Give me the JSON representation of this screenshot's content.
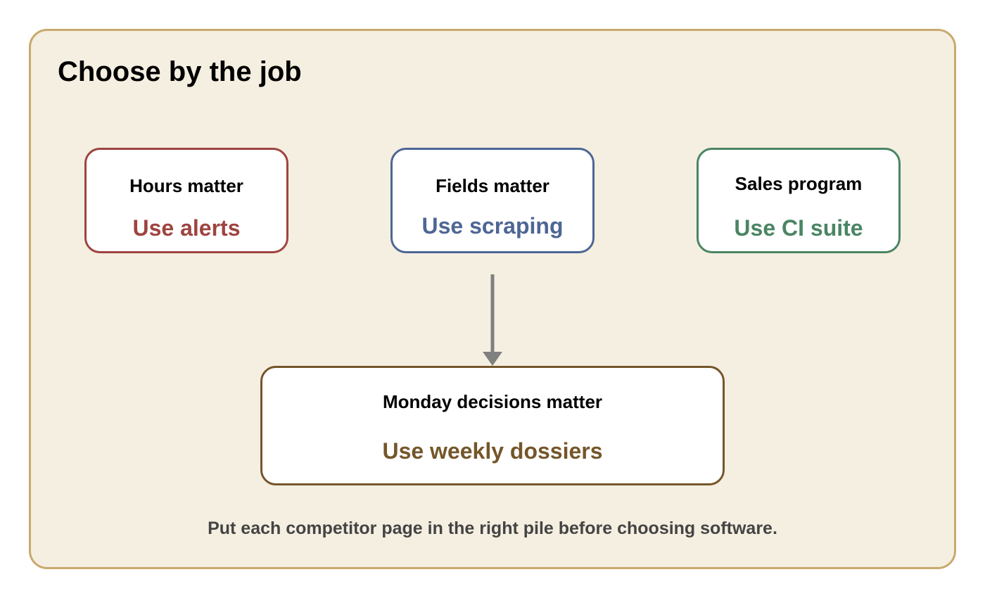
{
  "title": "Choose by the job",
  "cards": [
    {
      "heading": "Hours matter",
      "action": "Use alerts",
      "color": "#9e4440"
    },
    {
      "heading": "Fields matter",
      "action": "Use scraping",
      "color": "#4d6694"
    },
    {
      "heading": "Sales program",
      "action": "Use CI suite",
      "color": "#4a8563"
    },
    {
      "heading": "Monday decisions matter",
      "action": "Use weekly dossiers",
      "color": "#75562a"
    }
  ],
  "footer": "Put each competitor page in the right pile before choosing software.",
  "colors": {
    "panel_background": "#f5efe1",
    "panel_border": "#c9a96e",
    "connector": "#808080"
  },
  "icons": {
    "connector": "down-arrow-icon"
  }
}
